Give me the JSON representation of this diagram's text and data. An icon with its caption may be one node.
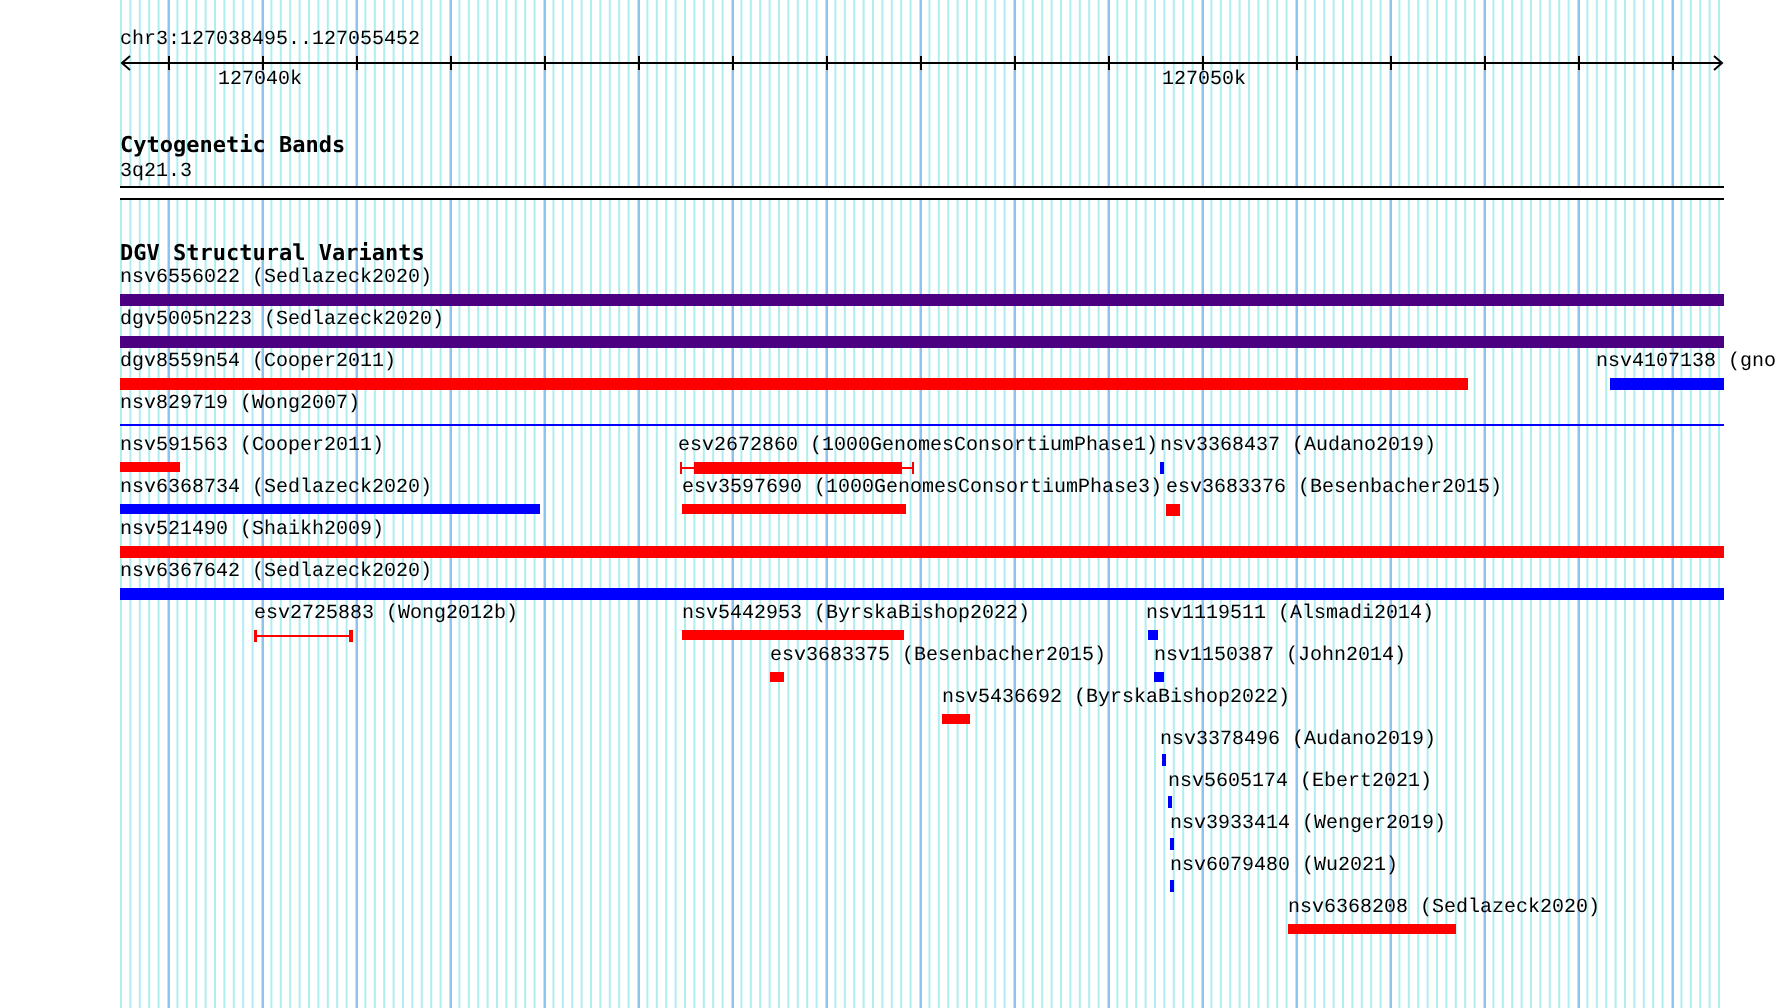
{
  "diagram": {
    "nodes": [
      {
        "text": [
          "nsv6556022 (Sedlazeck2020)"
        ]
      },
      {
        "text": [
          "dgv5005n223 (Sedlazeck2020)"
        ]
      },
      {
        "text": [
          "dgv8559n54 (Cooper2011)"
        ]
      },
      {
        "text": [
          "nsv4107138 (gno"
        ]
      },
      {
        "text": [
          "nsv829719 (Wong2007)"
        ]
      },
      {
        "text": [
          "nsv591563 (Cooper2011)"
        ]
      },
      {
        "text": [
          "esv2672860 (1000GenomesConsortiumPhase1)"
        ]
      },
      {
        "text": [
          "nsv3368437 (Audano2019)"
        ]
      },
      {
        "text": [
          "nsv6368734 (Sedlazeck2020)"
        ]
      },
      {
        "text": [
          "esv3597690 (1000GenomesConsortiumPhase3)"
        ]
      },
      {
        "text": [
          "esv3683376 (Besenbacher2015)"
        ]
      },
      {
        "text": [
          "nsv521490 (Shaikh2009)"
        ]
      },
      {
        "text": [
          "nsv6367642 (Sedlazeck2020)"
        ]
      },
      {
        "text": [
          "esv2725883 (Wong2012b)"
        ]
      },
      {
        "text": [
          "nsv5442953 (ByrskaBishop2022)"
        ]
      },
      {
        "text": [
          "nsv1119511 (Alsmadi2014)"
        ]
      },
      {
        "text": [
          "esv3683375 (Besenbacher2015)"
        ]
      },
      {
        "text": [
          "nsv1150387 (John2014)"
        ]
      },
      {
        "text": [
          "nsv5436692 (ByrskaBishop2022)"
        ]
      },
      {
        "text": [
          "nsv3378496 (Audano2019)"
        ]
      },
      {
        "text": [
          "nsv5605174 (Ebert2021)"
        ]
      },
      {
        "text": [
          "nsv3933414 (Wenger2019)"
        ]
      },
      {
        "text": [
          "nsv6079480 (Wu2021)"
        ]
      },
      {
        "text": [
          "nsv6368208 (Sedlazeck2020)"
        ]
      }
    ],
    "edges": [],
    "labels": [
      "chr3:127038495..127055452",
      "127040k",
      "127050k",
      "Cytogenetic Bands",
      "3q21.3",
      "DGV Structural Variants"
    ]
  }
}
